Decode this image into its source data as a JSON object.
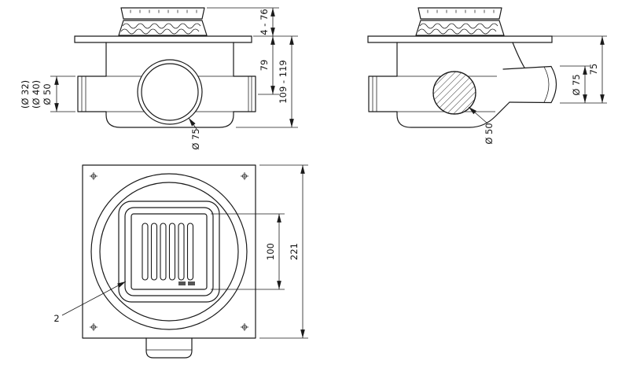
{
  "colors": {
    "line": "#1a1a1a",
    "background": "#ffffff"
  },
  "front_view": {
    "dim_grate_height": "4 - 76",
    "dim_upper_height": "79",
    "dim_total_height": "109 - 119",
    "inlet_labels": [
      "(Ø 32)",
      "(Ø 40)",
      "Ø 50"
    ],
    "outlet_label": "Ø 75"
  },
  "side_view": {
    "dim_height": "75",
    "dim_outlet_diameter": "Ø 75",
    "port_label": "Ø 50"
  },
  "plan_view": {
    "dim_grate_width": "100",
    "dim_overall_width": "221",
    "callout_number": "2"
  }
}
